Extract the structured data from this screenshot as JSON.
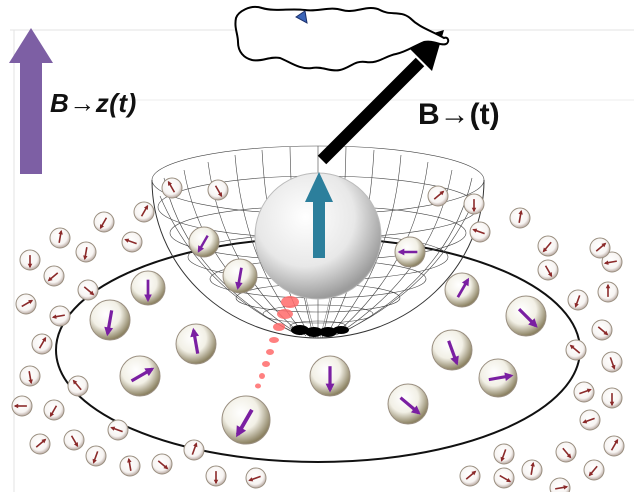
{
  "labels": {
    "bz": "B→z(t)",
    "bt": "B→(t)"
  },
  "colors": {
    "arrow_up": "#7d5fa4",
    "field_arrow": "#000000",
    "spin_arrow": "#2c7f9c",
    "bath_spin": "#7a1fa2",
    "outer_spin": "#8b2a2a",
    "trail": "#ff3b3b"
  },
  "icons": [
    "trajectory-loop",
    "direction-chevron"
  ]
}
